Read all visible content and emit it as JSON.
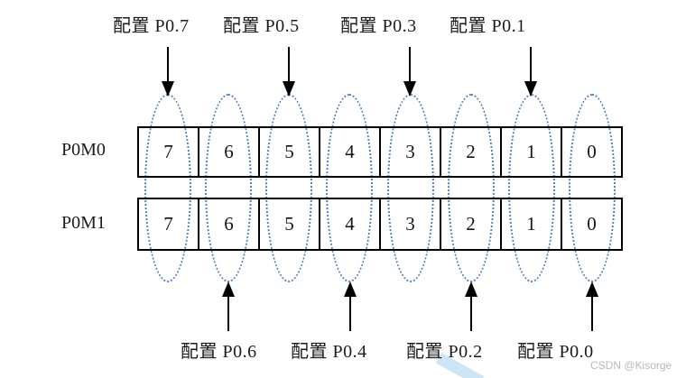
{
  "diagram": {
    "top_labels": [
      "配置 P0.7",
      "配置 P0.5",
      "配置 P0.3",
      "配置 P0.1"
    ],
    "bottom_labels": [
      "配置 P0.6",
      "配置 P0.4",
      "配置 P0.2",
      "配置 P0.0"
    ],
    "registers": [
      {
        "name": "P0M0",
        "bits": [
          "7",
          "6",
          "5",
          "4",
          "3",
          "2",
          "1",
          "0"
        ]
      },
      {
        "name": "P0M1",
        "bits": [
          "7",
          "6",
          "5",
          "4",
          "3",
          "2",
          "1",
          "0"
        ]
      }
    ],
    "watermark": "CSDN @Kisorge",
    "colors": {
      "ellipse_dotted_blue": "#4f81bd",
      "line_black": "#000000",
      "watermark_gray": "#b9b9b9",
      "ribbon_light_blue": "#cde6f6"
    }
  }
}
